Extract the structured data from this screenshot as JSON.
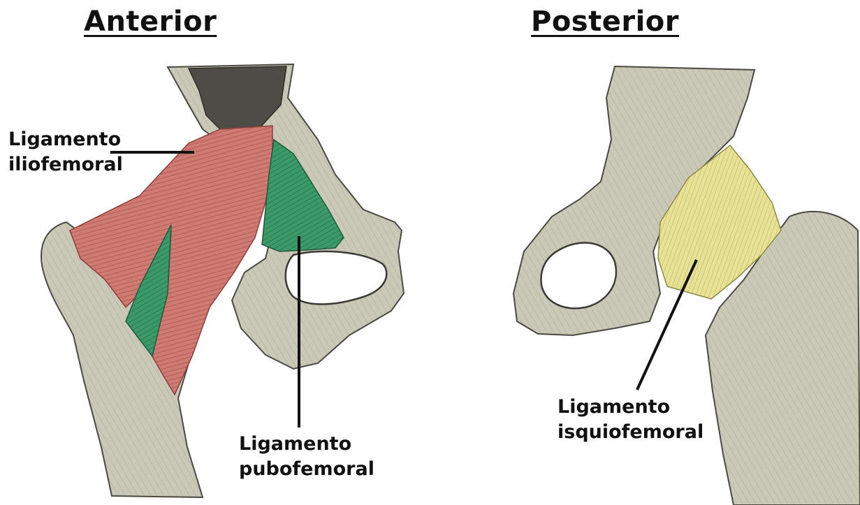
{
  "titles": {
    "anterior": "Anterior",
    "posterior": "Posterior"
  },
  "labels": {
    "iliofemoral": [
      "Ligamento",
      "iliofemoral"
    ],
    "pubofemoral": [
      "Ligamento",
      "pubofemoral"
    ],
    "isquiofemoral": [
      "Ligamento",
      "isquiofemoral"
    ]
  },
  "colors": {
    "bone": "#c9c7b4",
    "bone_shadow": "#6b6a62",
    "iliofemoral_ligament": "#cf7a72",
    "pubofemoral_ligament": "#3c9a6a",
    "isquiofemoral_ligament": "#e6e08e",
    "leader_line": "#111111"
  }
}
